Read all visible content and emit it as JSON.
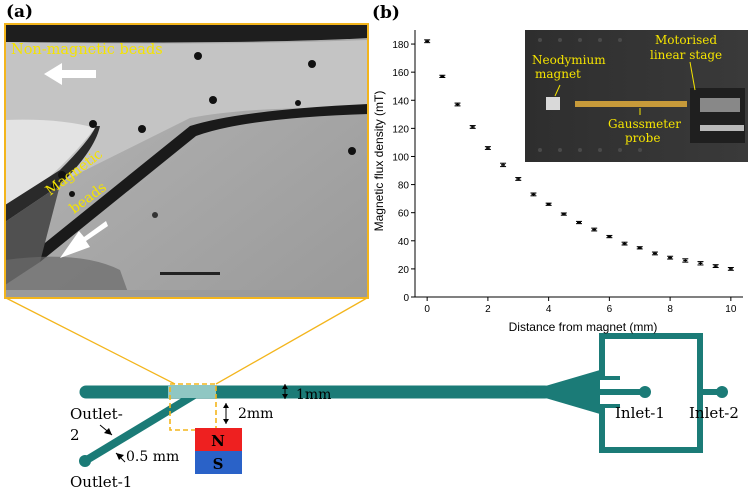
{
  "panel_a": {
    "label": "(a)",
    "annotations": {
      "non_magnetic": "Non-magnetic beads",
      "magnetic_line1": "Magnetic",
      "magnetic_line2": "beads"
    }
  },
  "panel_b": {
    "label": "(b)",
    "inset": {
      "neodymium_line1": "Neodymium",
      "neodymium_line2": "magnet",
      "stage_line1": "Motorised",
      "stage_line2": "linear stage",
      "probe_line1": "Gaussmeter",
      "probe_line2": "probe"
    }
  },
  "schematic": {
    "width_main": "1mm",
    "gap_label": "2mm",
    "width_outlet": "0.5 mm",
    "outlet2_line1": "Outlet-",
    "outlet2_line2": "2",
    "outlet1": "Outlet-1",
    "inlet1": "Inlet-1",
    "inlet2": "Inlet-2",
    "magnet_n": "N",
    "magnet_s": "S",
    "channel_color": "#1b7b77",
    "highlight_color": "#f3b51c",
    "magnet_n_color": "#ee2020",
    "magnet_s_color": "#2a62c8"
  },
  "chart_data": {
    "type": "scatter",
    "title": "",
    "xlabel": "Distance from magnet (mm)",
    "ylabel": "Magnetic flux density (mT)",
    "xlim": [
      -0.4,
      10.4
    ],
    "ylim": [
      0,
      190
    ],
    "xticks": [
      "0",
      "2",
      "4",
      "6",
      "8",
      "10"
    ],
    "yticks": [
      "0",
      "20",
      "40",
      "60",
      "80",
      "100",
      "120",
      "140",
      "160",
      "180"
    ],
    "x": [
      0,
      0.5,
      1,
      1.5,
      2,
      2.5,
      3,
      3.5,
      4,
      4.5,
      5,
      5.5,
      6,
      6.5,
      7,
      7.5,
      8,
      8.5,
      9,
      9.5,
      10
    ],
    "y": [
      182,
      157,
      137,
      121,
      106,
      94,
      84,
      73,
      66,
      59,
      53,
      48,
      43,
      38,
      35,
      31,
      28,
      26,
      24,
      22,
      20
    ],
    "error": [
      1,
      0.8,
      1,
      1,
      1,
      1.2,
      1,
      1,
      0.8,
      0.8,
      0.8,
      1,
      0.8,
      1,
      0.8,
      1,
      1,
      1.2,
      1.2,
      1,
      1
    ],
    "grid": false,
    "legend": "none"
  }
}
